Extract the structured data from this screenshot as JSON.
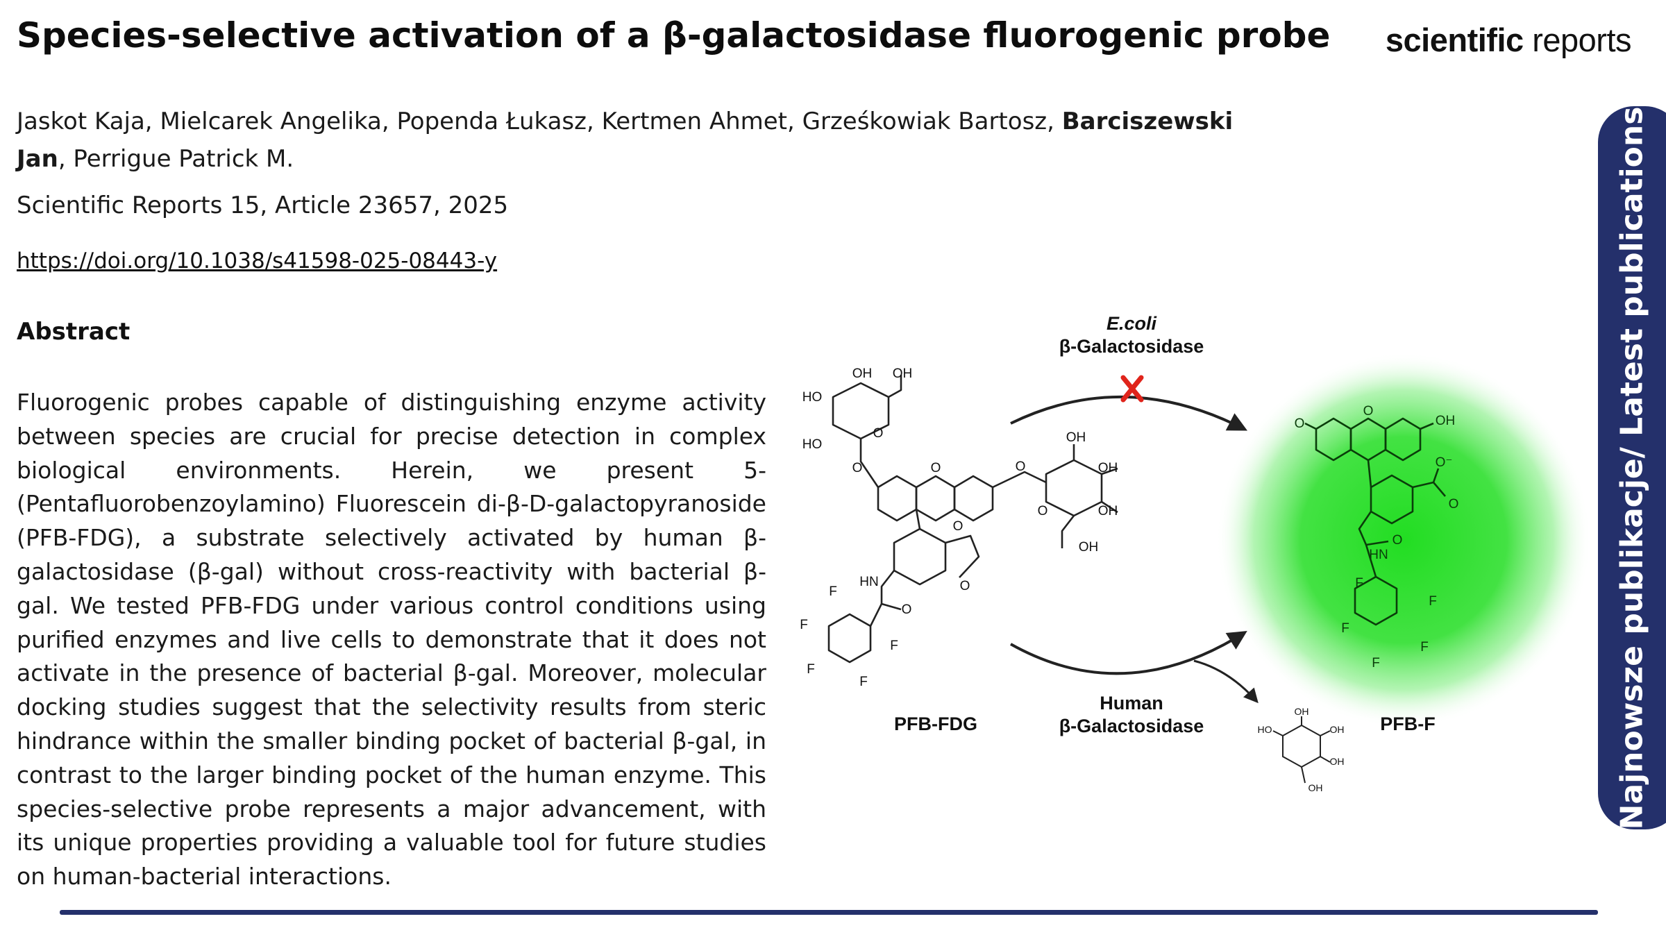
{
  "header": {
    "title": "Species-selective activation of a β-galactosidase fluorogenic probe",
    "logo_bold": "scientific",
    "logo_light": "reports"
  },
  "paper": {
    "authors_before": "Jaskot Kaja, Mielcarek Angelika, Popenda Łukasz, Kertmen Ahmet, Grześkowiak Bartosz, ",
    "authors_highlight": "Barciszewski Jan",
    "authors_after": ", Perrigue Patrick M.",
    "journal": "Scientific Reports 15, Article 23657, 2025",
    "doi": "https://doi.org/10.1038/s41598-025-08443-y"
  },
  "abstract": {
    "heading": "Abstract",
    "text": "Fluorogenic probes capable of distinguishing enzyme activity between species are crucial for precise detection in complex biological environments. Herein, we present 5-(Pentafluorobenzoylamino) Fluorescein di-β-D-galactopyranoside (PFB-FDG), a substrate selectively activated by human β-galactosidase (β-gal) without cross-reactivity with bacterial β-gal. We tested PFB-FDG under various control conditions using purified enzymes and live cells to demonstrate that it does not activate in the presence of bacterial β-gal. Moreover, molecular docking studies suggest that the selectivity results from steric hindrance within the smaller binding pocket of bacterial β-gal, in contrast to the larger binding pocket of the human enzyme. This species-selective probe represents a major advancement, with its unique properties providing a valuable tool for future studies on human-bacterial interactions."
  },
  "figure": {
    "top_enzyme_line1": "E.coli",
    "top_enzyme_line2": "β-Galactosidase",
    "bottom_enzyme_line1": "Human",
    "bottom_enzyme_line2": "β-Galactosidase",
    "substrate_label": "PFB-FDG",
    "product_label": "PFB-F",
    "atom_labels": {
      "oh": "OH",
      "ho": "HO",
      "o": "O",
      "hn": "HN",
      "f": "F",
      "o_minus": "O⁻"
    },
    "colors": {
      "glow": "#22dd22",
      "product_bonds": "#0a3d0a",
      "block_x": "#e0241b"
    }
  },
  "sidebar": {
    "label": "Najnowsze publikacje/ Latest publications",
    "color": "#24306b"
  }
}
